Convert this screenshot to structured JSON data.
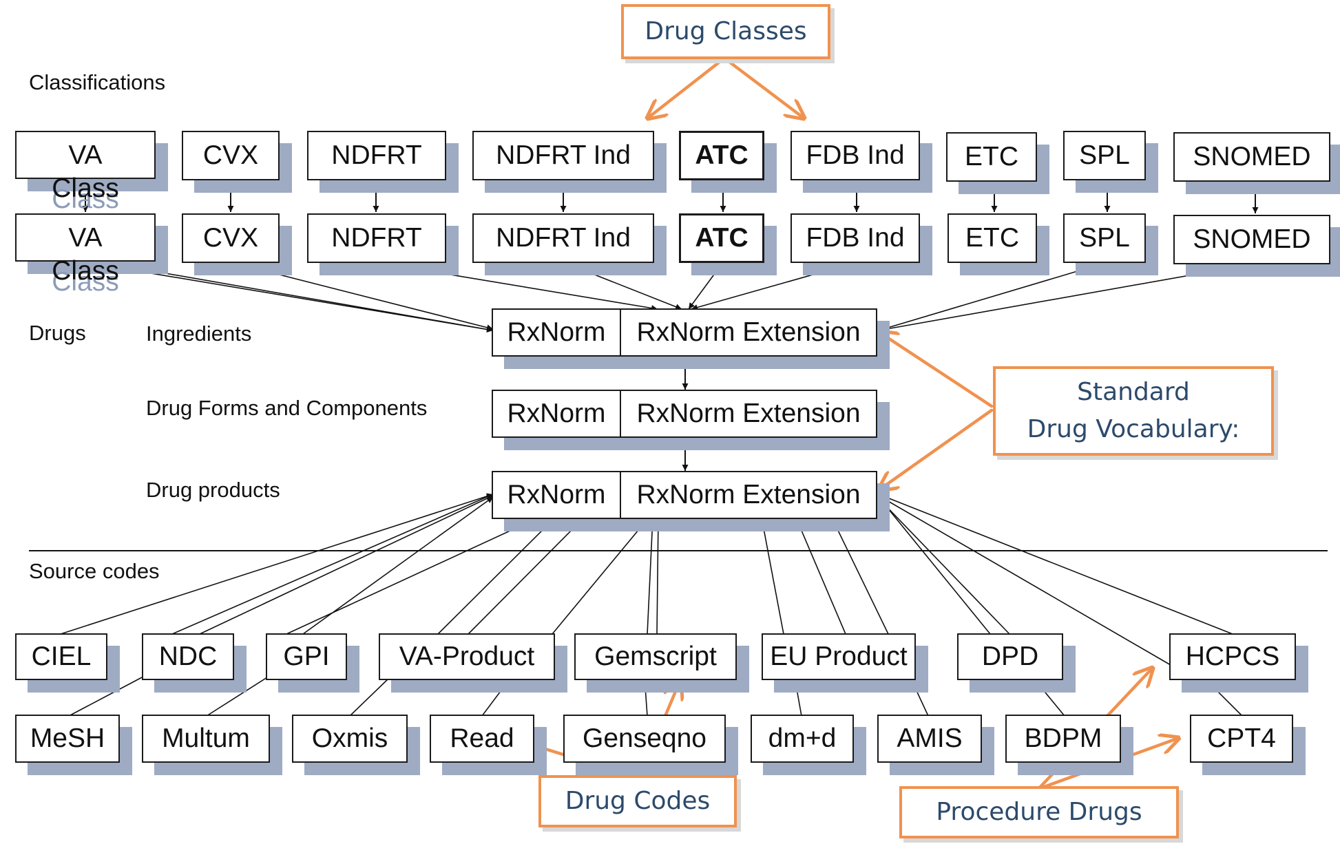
{
  "section_labels": {
    "classifications": "Classifications",
    "drugs": "Drugs",
    "ingredients": "Ingredients",
    "drug_forms": "Drug Forms and Components",
    "drug_products": "Drug products",
    "source_codes": "Source codes"
  },
  "class_row1": [
    {
      "label": "VA",
      "sub": "Class"
    },
    {
      "label": "CVX"
    },
    {
      "label": "NDFRT"
    },
    {
      "label": "NDFRT Ind"
    },
    {
      "label": "ATC"
    },
    {
      "label": "FDB Ind"
    },
    {
      "label": "ETC"
    },
    {
      "label": "SPL"
    },
    {
      "label": "SNOMED"
    }
  ],
  "class_row2": [
    {
      "label": "VA",
      "sub": "Class"
    },
    {
      "label": "CVX"
    },
    {
      "label": "NDFRT"
    },
    {
      "label": "NDFRT Ind"
    },
    {
      "label": "ATC"
    },
    {
      "label": "FDB Ind"
    },
    {
      "label": "ETC"
    },
    {
      "label": "SPL"
    },
    {
      "label": "SNOMED"
    }
  ],
  "rxnorm": {
    "left": "RxNorm",
    "right": "RxNorm Extension"
  },
  "source_row1": [
    "CIEL",
    "NDC",
    "GPI",
    "VA-Product",
    "Gemscript",
    "EU Product",
    "DPD",
    "HCPCS"
  ],
  "source_row2": [
    "MeSH",
    "Multum",
    "Oxmis",
    "Read",
    "Genseqno",
    "dm+d",
    "AMIS",
    "BDPM",
    "CPT4"
  ],
  "callouts": {
    "drug_classes": "Drug Classes",
    "standard_line1": "Standard",
    "standard_line2": "Drug Vocabulary:",
    "drug_codes": "Drug Codes",
    "procedure_drugs": "Procedure Drugs"
  },
  "colors": {
    "shadow": "#9eabc3",
    "callout_border": "#f0924f",
    "callout_text": "#2c4a6b",
    "ghost_text": "#8c9cb8"
  }
}
